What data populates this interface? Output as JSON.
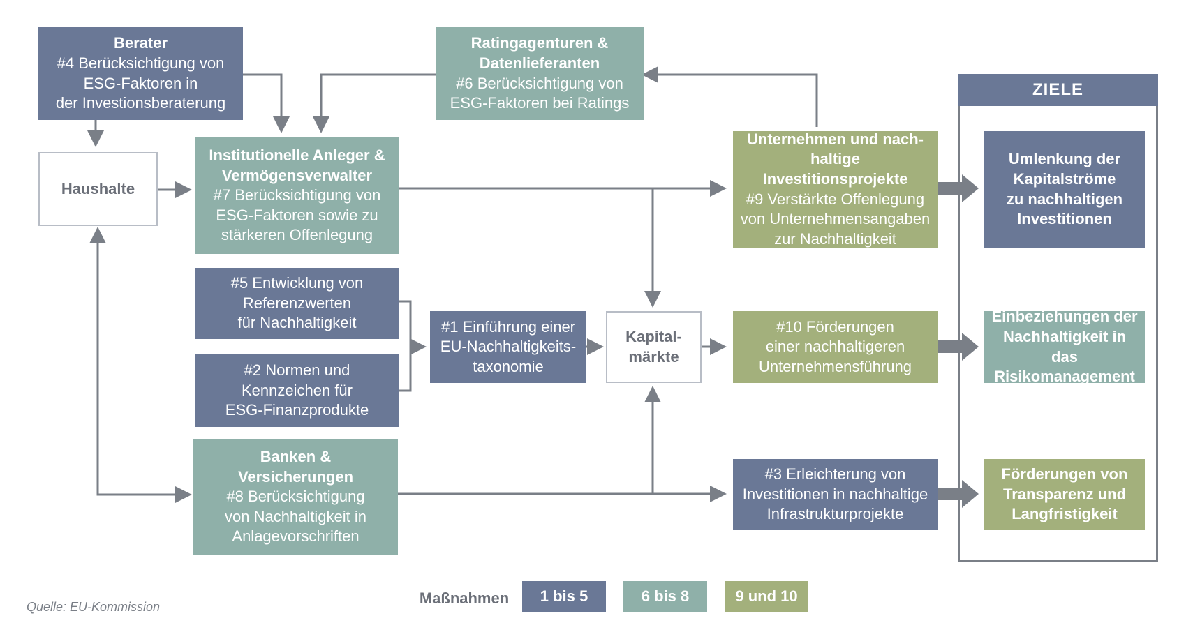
{
  "nodes": {
    "berater": {
      "title": "Berater",
      "lines": [
        "#4 Berücksichtigung von",
        "ESG-Faktoren in",
        "der Investionsberaterung"
      ]
    },
    "rating": {
      "title_lines": [
        "Ratingagenturen &",
        "Datenlieferanten"
      ],
      "lines": [
        "#6 Berücksichtigung von",
        "ESG-Faktoren bei Ratings"
      ]
    },
    "haushalte": {
      "label": "Haushalte"
    },
    "institutionelle": {
      "title_lines": [
        "Institutionelle Anleger &",
        "Vermögensverwalter"
      ],
      "lines": [
        "#7 Berücksichtigung von",
        "ESG-Faktoren sowie zu",
        "stärkeren Offenlegung"
      ]
    },
    "unternehmen": {
      "title_lines": [
        "Unternehmen und nach-",
        "haltige Investitionsprojekte"
      ],
      "lines": [
        "#9 Verstärkte Offenlegung",
        "von Unternehmensangaben",
        "zur Nachhaltigkeit"
      ]
    },
    "referenz": {
      "lines": [
        "#5 Entwicklung von",
        "Referenzwerten",
        "für Nachhaltigkeit"
      ]
    },
    "normen": {
      "lines": [
        "#2 Normen und",
        "Kennzeichen für",
        "ESG-Finanzprodukte"
      ]
    },
    "taxonomie": {
      "lines": [
        "#1 Einführung einer",
        "EU-Nachhaltigkeits-",
        "taxonomie"
      ]
    },
    "kapital": {
      "lines": [
        "Kapital-",
        "märkte"
      ]
    },
    "foerderungen10": {
      "lines": [
        "#10 Förderungen",
        "einer nachhaltigeren",
        "Unternehmensführung"
      ]
    },
    "banken": {
      "title_lines": [
        "Banken &",
        "Versicherungen"
      ],
      "lines": [
        "#8 Berücksichtigung",
        "von Nachhaltigkeit in",
        "Anlagevorschriften"
      ]
    },
    "erleichterung": {
      "lines": [
        "#3 Erleichterung von",
        "Investitionen in nachhaltige",
        "Infrastrukturprojekte"
      ]
    }
  },
  "ziele": {
    "header": "ZIELE",
    "goals": [
      {
        "lines": [
          "Umlenkung der",
          "Kapitalströme",
          "zu nachhaltigen",
          "Investitionen"
        ]
      },
      {
        "lines": [
          "Einbeziehungen der",
          "Nachhaltigkeit in das",
          "Risikomanagement"
        ]
      },
      {
        "lines": [
          "Förderungen von",
          "Transparenz und",
          "Langfristigkeit"
        ]
      }
    ]
  },
  "legend": {
    "label": "Maßnahmen",
    "items": [
      {
        "label": "1 bis 5",
        "color": "#6a7896"
      },
      {
        "label": "6 bis 8",
        "color": "#8fb0a9"
      },
      {
        "label": "9 und 10",
        "color": "#a3b07c"
      }
    ]
  },
  "source": "Quelle: EU-Kommission",
  "colors": {
    "slate": "#6a7896",
    "teal": "#8fb0a9",
    "olive": "#a3b07c",
    "arrow": "#7a7f87"
  }
}
